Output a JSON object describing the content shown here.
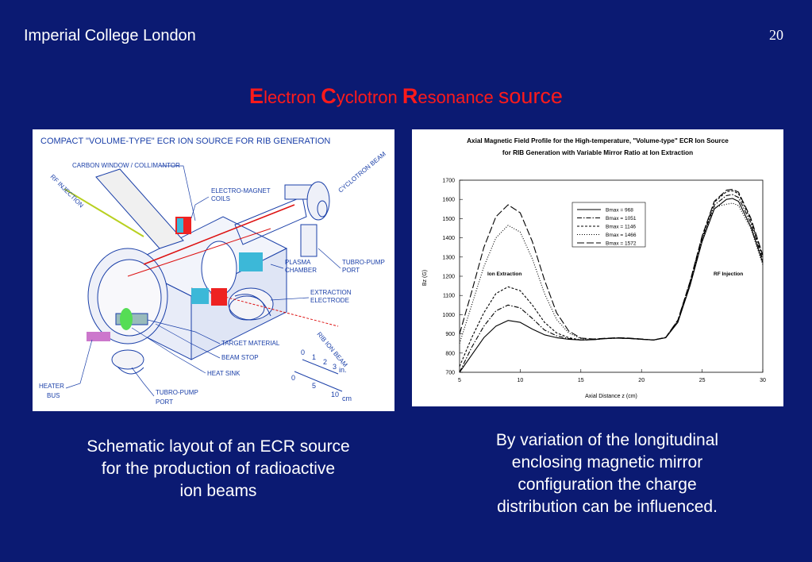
{
  "header": {
    "institution": "Imperial College London",
    "page_number": "20"
  },
  "title": {
    "parts": [
      {
        "text": "E",
        "style": "big"
      },
      {
        "text": "lectron ",
        "style": "normal"
      },
      {
        "text": "C",
        "style": "big"
      },
      {
        "text": "yclotron ",
        "style": "normal"
      },
      {
        "text": "R",
        "style": "big"
      },
      {
        "text": "esonance ",
        "style": "normal"
      },
      {
        "text": "source",
        "style": "src"
      }
    ]
  },
  "schematic": {
    "title": "COMPACT \"VOLUME-TYPE\" ECR ION SOURCE FOR RIB GENERATION",
    "labels": {
      "carbon_window": "CARBON WINDOW / COLLIMANTOR",
      "rf_injection": "RF INJECTION",
      "electromagnet_1": "ELECTRO-MAGNET",
      "electromagnet_2": "COILS",
      "cyclotron_beam": "CYCLOTRON BEAM",
      "plasma_1": "PLASMA",
      "plasma_2": "CHAMBER",
      "turbo_pump_right_1": "TUBRO-PUMP",
      "turbo_pump_right_2": "PORT",
      "extraction_1": "EXTRACTION",
      "extraction_2": "ELECTRODE",
      "rib_ion_beam": "RIB ION BEAM",
      "target_material": "TARGET MATERIAL",
      "beam_stop": "BEAM STOP",
      "heat_sink": "HEAT SINK",
      "heater_1": "HEATER",
      "heater_2": "BUS",
      "turbo_pump_bottom_1": "TUBRO-PUMP",
      "turbo_pump_bottom_2": "PORT"
    },
    "scale": {
      "in_ticks": [
        "0",
        "1",
        "2",
        "3"
      ],
      "in_unit": "in.",
      "cm_ticks": [
        "0",
        "5",
        "10"
      ],
      "cm_unit": "cm"
    }
  },
  "chart_data": {
    "type": "line",
    "title": "Axial Magnetic Field Profile for the High-temperature, \"Volume-type\" ECR Ion Source",
    "subtitle": "for RIB Generation  with Variable Mirror Ratio at Ion Extraction",
    "xlabel": "Axial Distance  z (cm)",
    "ylabel": "Bz (G)",
    "xlim": [
      5,
      30
    ],
    "ylim": [
      700,
      1700
    ],
    "xticks": [
      "5",
      "10",
      "15",
      "20",
      "25",
      "30"
    ],
    "yticks": [
      "700",
      "800",
      "900",
      "1000",
      "1100",
      "1200",
      "1300",
      "1400",
      "1500",
      "1600",
      "1700"
    ],
    "annotations": [
      "Ion Extraction",
      "RF Injection"
    ],
    "legend_position": "top-center",
    "series": [
      {
        "name": "Bmax = 968",
        "dash": "",
        "x": [
          5,
          6,
          7,
          8,
          9,
          10,
          11,
          12,
          13,
          14,
          15,
          16,
          17,
          18,
          19,
          20,
          21,
          22,
          23,
          24,
          25,
          26,
          27,
          27.5,
          28,
          29,
          30
        ],
        "y": [
          700,
          790,
          880,
          940,
          970,
          960,
          925,
          895,
          880,
          872,
          868,
          870,
          875,
          878,
          876,
          872,
          868,
          880,
          960,
          1150,
          1380,
          1550,
          1600,
          1605,
          1590,
          1460,
          1270
        ]
      },
      {
        "name": "Bmax = 1051",
        "dash": "6,2,1.5,2",
        "x": [
          5,
          6,
          7,
          8,
          9,
          10,
          11,
          12,
          13,
          14,
          15,
          16,
          17,
          18,
          19,
          20,
          21,
          22,
          23,
          24,
          25,
          26,
          27,
          27.5,
          28,
          29,
          30
        ],
        "y": [
          700,
          830,
          940,
          1020,
          1050,
          1035,
          980,
          920,
          890,
          875,
          868,
          870,
          875,
          878,
          876,
          872,
          868,
          880,
          965,
          1160,
          1395,
          1570,
          1620,
          1625,
          1610,
          1480,
          1285
        ]
      },
      {
        "name": "Bmax = 1146",
        "dash": "3,2",
        "x": [
          5,
          6,
          7,
          8,
          9,
          10,
          11,
          12,
          13,
          14,
          15,
          16,
          17,
          18,
          19,
          20,
          21,
          22,
          23,
          24,
          25,
          26,
          27,
          27.5,
          28,
          29,
          30
        ],
        "y": [
          730,
          880,
          1010,
          1110,
          1145,
          1125,
          1050,
          960,
          905,
          880,
          868,
          870,
          875,
          878,
          876,
          872,
          868,
          882,
          970,
          1170,
          1405,
          1585,
          1640,
          1645,
          1630,
          1495,
          1300
        ]
      },
      {
        "name": "Bmax = 1466",
        "dash": "1,2",
        "x": [
          5,
          6,
          7,
          8,
          9,
          10,
          11,
          12,
          13,
          14,
          15,
          16,
          17,
          18,
          19,
          20,
          21,
          22,
          23,
          24,
          25,
          26,
          27,
          27.5,
          28,
          29,
          30
        ],
        "y": [
          850,
          1050,
          1250,
          1400,
          1465,
          1430,
          1290,
          1110,
          975,
          905,
          875,
          872,
          876,
          879,
          877,
          873,
          868,
          880,
          962,
          1158,
          1392,
          1560,
          1575,
          1580,
          1568,
          1450,
          1260
        ]
      },
      {
        "name": "Bmax = 1572",
        "dash": "9,3",
        "x": [
          5,
          6,
          7,
          8,
          9,
          10,
          11,
          12,
          13,
          14,
          15,
          16,
          17,
          18,
          19,
          20,
          21,
          22,
          23,
          24,
          25,
          26,
          27,
          27.5,
          28,
          29,
          30
        ],
        "y": [
          900,
          1120,
          1350,
          1510,
          1572,
          1530,
          1380,
          1180,
          1010,
          915,
          878,
          873,
          877,
          880,
          878,
          873,
          868,
          882,
          972,
          1172,
          1410,
          1590,
          1648,
          1652,
          1638,
          1505,
          1310
        ]
      }
    ]
  },
  "captions": {
    "left": [
      "Schematic layout of an ECR source",
      "for the production of radioactive",
      "ion beams"
    ],
    "right": [
      "By variation of the longitudinal",
      "enclosing magnetic mirror",
      "configuration the charge",
      "distribution can be influenced."
    ]
  },
  "colors": {
    "background": "#0b1a72",
    "title": "#ff1a1a",
    "caption": "#ffffff",
    "schematic_label": "#1a3fa8"
  }
}
